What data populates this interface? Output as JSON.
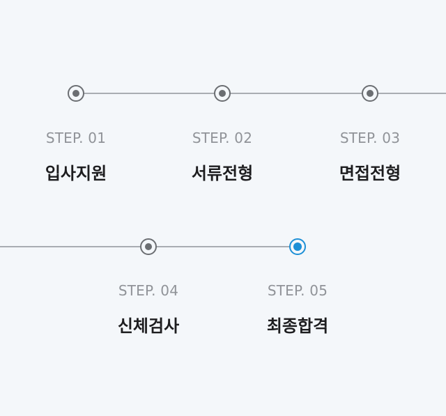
{
  "steps": [
    {
      "step_label": "STEP. 01",
      "name": "입사지원",
      "state": "done"
    },
    {
      "step_label": "STEP. 02",
      "name": "서류전형",
      "state": "done"
    },
    {
      "step_label": "STEP. 03",
      "name": "면접전형",
      "state": "done"
    },
    {
      "step_label": "STEP. 04",
      "name": "신체검사",
      "state": "done"
    },
    {
      "step_label": "STEP. 05",
      "name": "최종합격",
      "state": "current"
    }
  ],
  "colors": {
    "background": "#f4f7fa",
    "line": "#a9adb2",
    "dot": "#6b6e72",
    "active": "#1c8fd6",
    "step_label": "#909398",
    "step_name": "#1d1d1f"
  }
}
